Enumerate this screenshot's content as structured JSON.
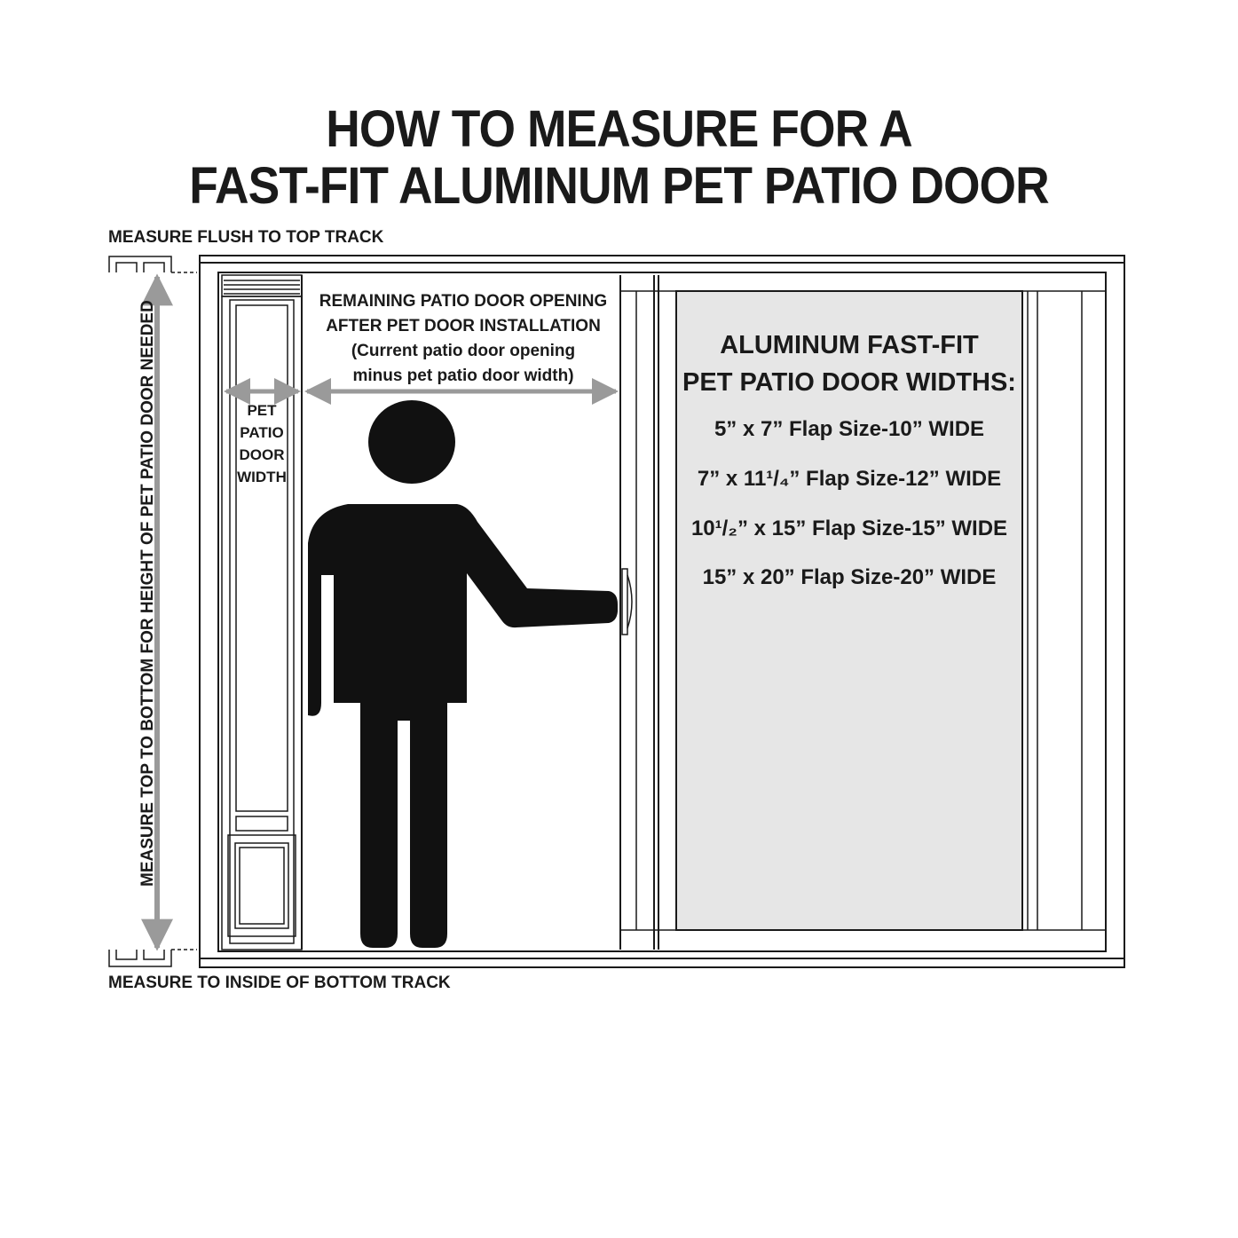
{
  "title": {
    "line1": "HOW TO MEASURE FOR A",
    "line2": "FAST-FIT ALUMINUM PET PATIO DOOR"
  },
  "labels": {
    "top_track": "MEASURE FLUSH TO TOP TRACK",
    "bottom_track": "MEASURE TO INSIDE OF BOTTOM TRACK",
    "height_measure": "MEASURE TOP TO BOTTOM FOR HEIGHT OF PET PATIO DOOR NEEDED",
    "remaining": {
      "line1": "REMAINING PATIO DOOR OPENING",
      "line2": "AFTER PET DOOR INSTALLATION",
      "line3": "(Current patio door opening",
      "line4": "minus pet patio door width)"
    },
    "pet_width": {
      "line1": "PET",
      "line2": "PATIO",
      "line3": "DOOR",
      "line4": "WIDTH"
    }
  },
  "widths_panel": {
    "heading1": "ALUMINUM FAST-FIT",
    "heading2": "PET PATIO DOOR WIDTHS:",
    "sizes": [
      "5” x 7” Flap Size-10” WIDE",
      "7” x 11¹/₄” Flap Size-12” WIDE",
      "10¹/₂” x 15” Flap Size-15” WIDE",
      "15” x 20” Flap Size-20” WIDE"
    ]
  },
  "colors": {
    "ink": "#1a1a1a",
    "arrow_gray": "#9a9a9a",
    "glass_gray": "#e6e6e6",
    "background": "#ffffff"
  },
  "icons": [
    "person-silhouette-icon",
    "door-handle-icon",
    "pet-flap-icon",
    "double-arrow-icon"
  ]
}
